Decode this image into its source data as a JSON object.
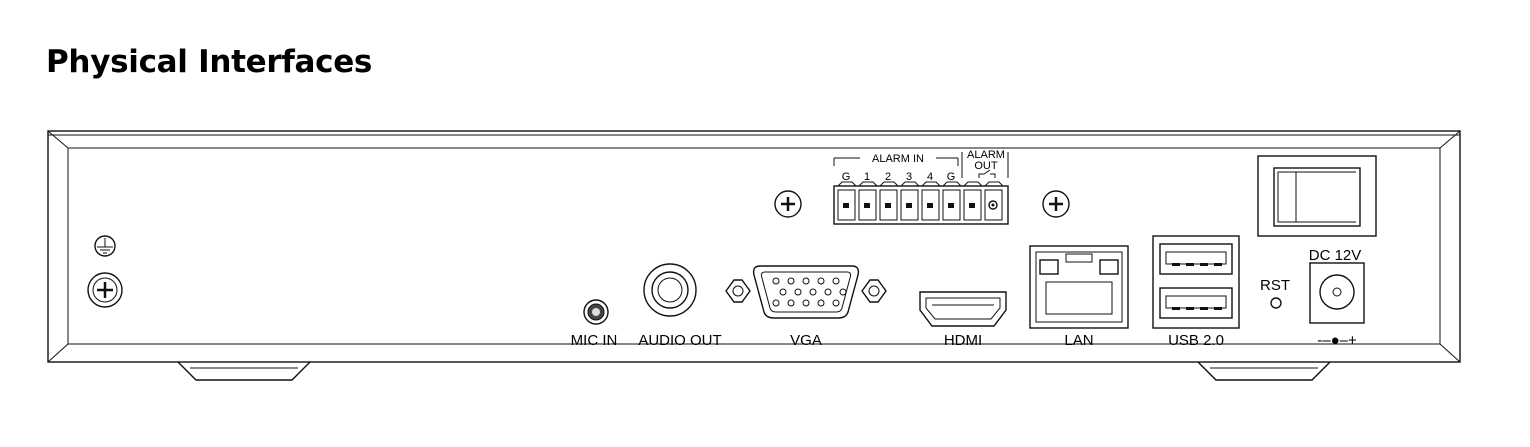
{
  "title": "Physical Interfaces",
  "ports": {
    "mic_in": "MIC IN",
    "audio_out": "AUDIO OUT",
    "vga": "VGA",
    "hdmi": "HDMI",
    "lan": "LAN",
    "usb": "USB 2.0",
    "rst": "RST",
    "dc": "DC 12V",
    "polarity": "-–●–+"
  },
  "terminal": {
    "alarm_in": "ALARM IN",
    "alarm_out_line1": "ALARM",
    "alarm_out_line2": "OUT",
    "pins": [
      "G",
      "1",
      "2",
      "3",
      "4",
      "G"
    ]
  }
}
